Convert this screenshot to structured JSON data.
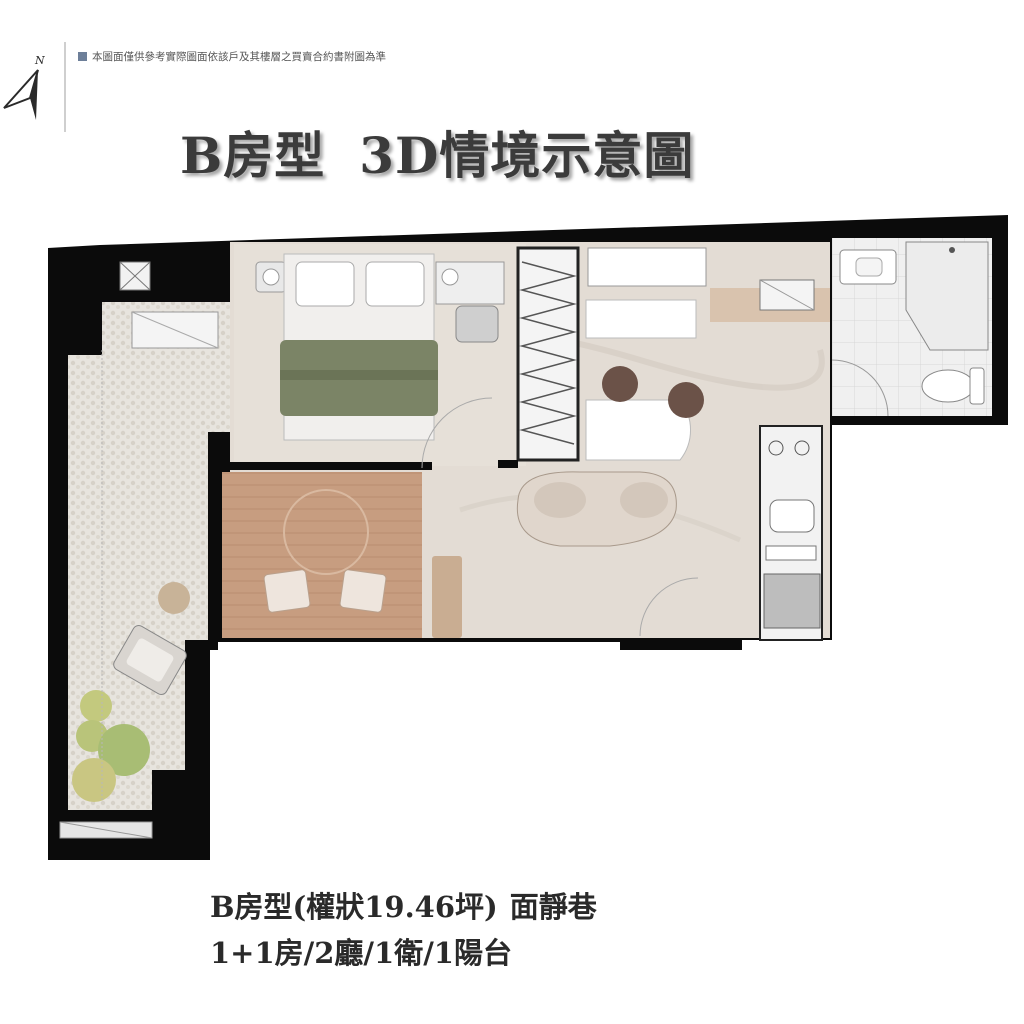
{
  "compass": {
    "label": "N"
  },
  "disclaimer": {
    "text": "本圖面僅供參考實際圖面依該戶及其樓層之買賣合約書附圖為準",
    "marker_color": "#6d7f99"
  },
  "title": {
    "part1": "B房型",
    "part2": "3D情境示意圖"
  },
  "caption": {
    "line1_part1": "B房型(權狀19.46坪)",
    "line1_part2": "面靜巷",
    "line2": "1+1房/2廳/1衛/1陽台"
  },
  "colors": {
    "wall": "#0b0b0b",
    "marble": "#e3dcd4",
    "wood_floor": "#c49a7c",
    "balcony": "#e7e4de",
    "bathroom_tile": "#eeeeee",
    "sofa": "#e0d6cc",
    "bed_blanket": "#7b8466",
    "plants": "#b9c47a"
  }
}
